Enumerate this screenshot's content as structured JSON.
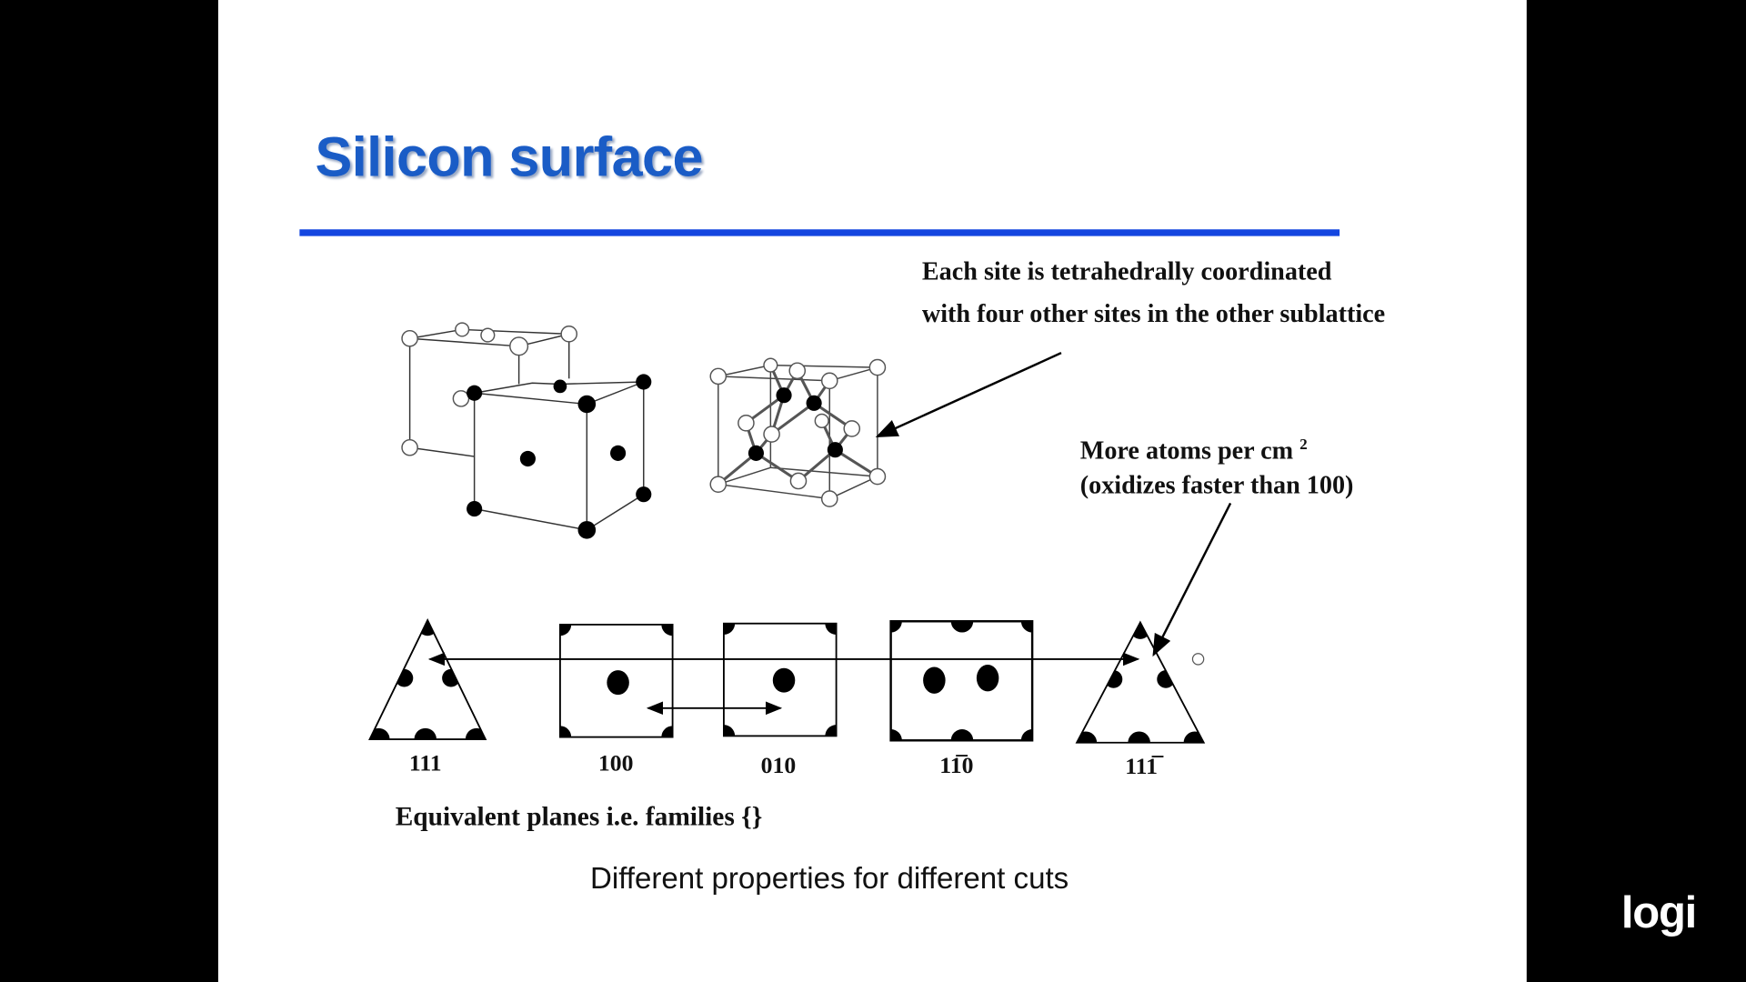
{
  "slide": {
    "title": "Silicon surface",
    "annotation_tetrahedral": [
      "Each site is tetrahedrally coordinated",
      "with four other sites in the other sublattice"
    ],
    "annotation_111": [
      "More atoms per cm",
      "2",
      "(oxidizes faster than 100)"
    ],
    "plane_labels": [
      "111",
      "100",
      "010",
      "11̅0",
      "111̅"
    ],
    "equivalent_note": "Equivalent  planes i.e. families {}",
    "caption": "Different properties for different cuts"
  },
  "overlay": {
    "logo": "logi"
  },
  "colors": {
    "title": "#1a5cc6",
    "rule": "#1446e0"
  }
}
